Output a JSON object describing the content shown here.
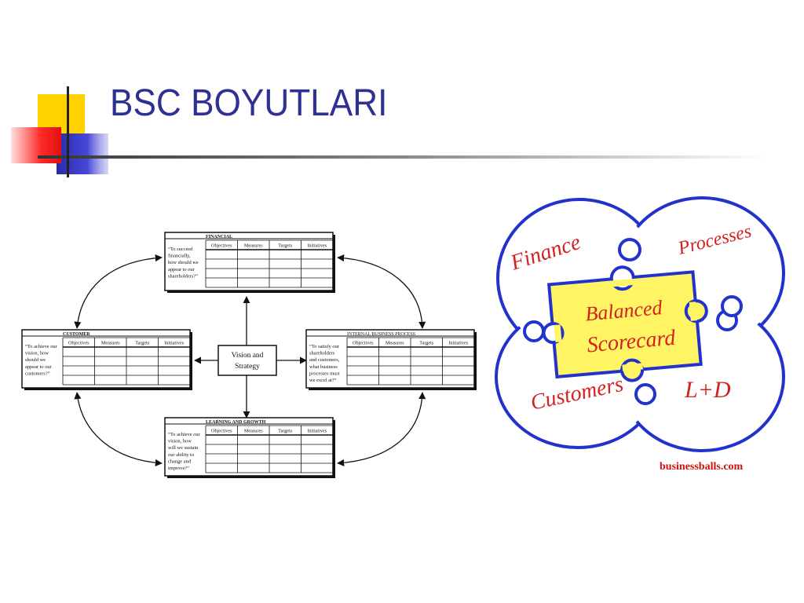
{
  "slide": {
    "title": "BSC BOYUTLARI"
  },
  "bsc_diagram": {
    "center": {
      "line1": "Vision and",
      "line2": "Strategy"
    },
    "columns": [
      "Objectives",
      "Measures",
      "Targets",
      "Initiatives"
    ],
    "financial": {
      "header": "FINANCIAL",
      "question": [
        "“To succeed",
        "financially,",
        "how should we",
        "appear to our",
        "shareholders?”"
      ]
    },
    "customer": {
      "header": "CUSTOMER",
      "question": [
        "“To achieve our",
        "vision, how",
        "should we",
        "appear to our",
        "customers?”"
      ]
    },
    "internal": {
      "header": "INTERNAL BUSINESS PROCESS",
      "question": [
        "“To satisfy our",
        "shareholders",
        "and customers,",
        "what business",
        "processes must",
        "we excel at?”"
      ]
    },
    "learning": {
      "header": "LEARNING AND GROWTH",
      "question": [
        "“To achieve our",
        "vision, how",
        "will we sustain",
        "our ability to",
        "change and",
        "improve?”"
      ]
    }
  },
  "puzzle": {
    "finance": "Finance",
    "processes": "Processes",
    "customers": "Customers",
    "ld": "L+D",
    "center_line1": "Balanced",
    "center_line2": "Scorecard",
    "credit": "businessballs.com"
  },
  "colors": {
    "title": "#2e3192",
    "puzzle_outline": "#2233cc",
    "puzzle_text": "#d42020",
    "center_card": "#fff463",
    "credit": "#cc1111",
    "deco_yellow": "#ffd200",
    "deco_red": "#ff2a2a",
    "deco_blue": "#3333cc"
  }
}
